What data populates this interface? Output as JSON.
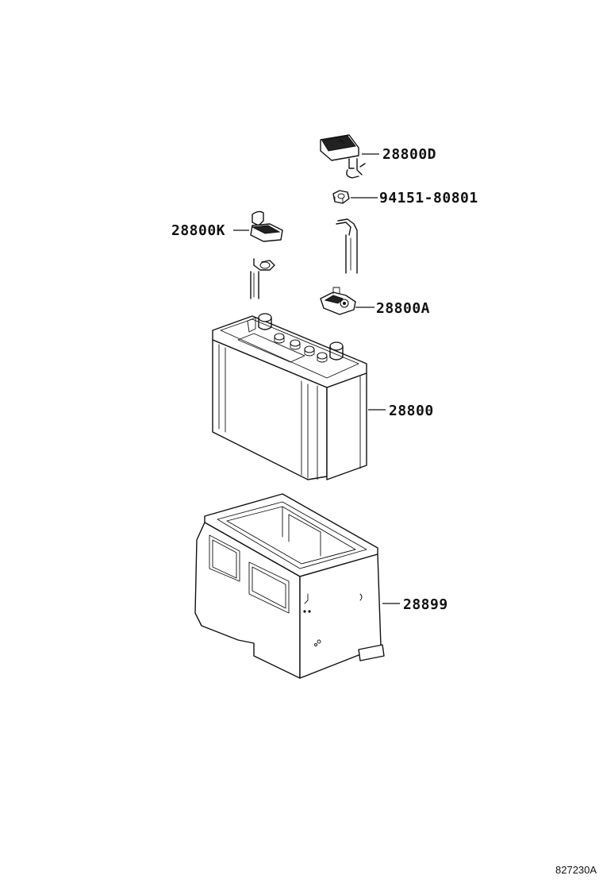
{
  "parts": [
    {
      "id": "cover",
      "label": "28800D"
    },
    {
      "id": "nut",
      "label": "94151-80801"
    },
    {
      "id": "neg-terminal",
      "label": "28800K"
    },
    {
      "id": "clamp",
      "label": "28800A"
    },
    {
      "id": "battery",
      "label": "28800"
    },
    {
      "id": "tray",
      "label": "28899"
    }
  ],
  "figure_ref": "827230A"
}
